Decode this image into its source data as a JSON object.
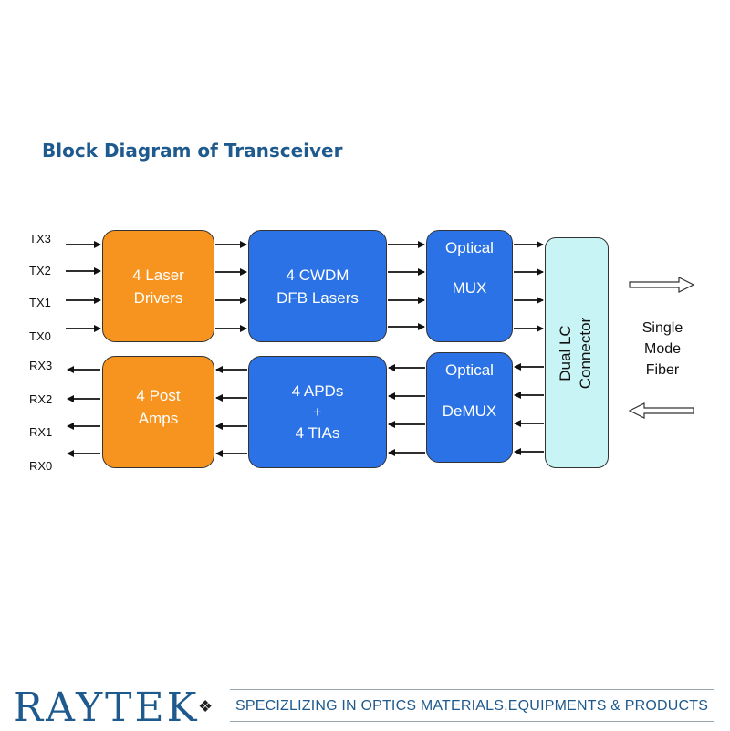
{
  "title": "Block Diagram of Transceiver",
  "tx_ports": [
    "TX3",
    "TX2",
    "TX1",
    "TX0"
  ],
  "rx_ports": [
    "RX3",
    "RX2",
    "RX1",
    "RX0"
  ],
  "blocks": {
    "laser_drivers": [
      "4 Laser",
      "Drivers"
    ],
    "cwdm_lasers": [
      "4 CWDM",
      "DFB Lasers"
    ],
    "optical_mux": [
      "Optical",
      "MUX"
    ],
    "post_amps": [
      "4 Post",
      "Amps"
    ],
    "apds_tias": [
      "4  APDs",
      "+",
      "4 TIAs"
    ],
    "optical_demux": [
      "Optical",
      "DeMUX"
    ],
    "connector": [
      "Dual LC",
      "Connector"
    ]
  },
  "fiber_label": [
    "Single",
    "Mode",
    "Fiber"
  ],
  "colors": {
    "orange": "#f7941f",
    "blue": "#2b72e6",
    "cyan": "#c9f4f6",
    "title": "#1f5a8e"
  },
  "footer": {
    "logo": "RAYTEK",
    "slogan": "SPECIZLIZING IN OPTICS  MATERIALS,EQUIPMENTS & PRODUCTS"
  }
}
